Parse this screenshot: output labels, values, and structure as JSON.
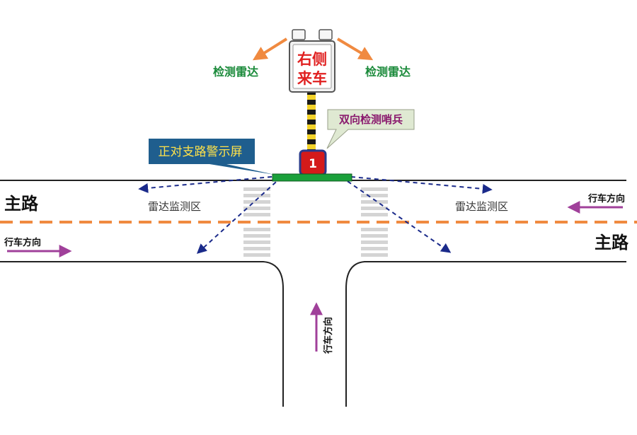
{
  "sign": {
    "line1": "右侧",
    "line2": "来车",
    "text_color": "#e02020"
  },
  "radar_left_label": "检测雷达",
  "radar_right_label": "检测雷达",
  "sentinel_label": "双向检测哨兵",
  "screen_label": "正对支路警示屏",
  "sentinel_number": "1",
  "main_road_left": "主路",
  "main_road_right": "主路",
  "radar_zone_left": "雷达监测区",
  "radar_zone_right": "雷达监测区",
  "direction_top_right": "行车方向",
  "direction_left": "行车方向",
  "direction_branch": "行车方向",
  "colors": {
    "green_label": "#1a8a3a",
    "purple_label": "#8a1a6e",
    "orange_arrow": "#f08a40",
    "dashed_center": "#f08a40",
    "radar_dash": "#1a2a8a",
    "direction_arrow": "#a0409a",
    "screen_box": "#1f5e8e",
    "screen_text": "#ffe24a",
    "sentinel_box": "#dfe9d2",
    "bar_green": "#1aa03a",
    "number_bg": "#d41a1a"
  }
}
